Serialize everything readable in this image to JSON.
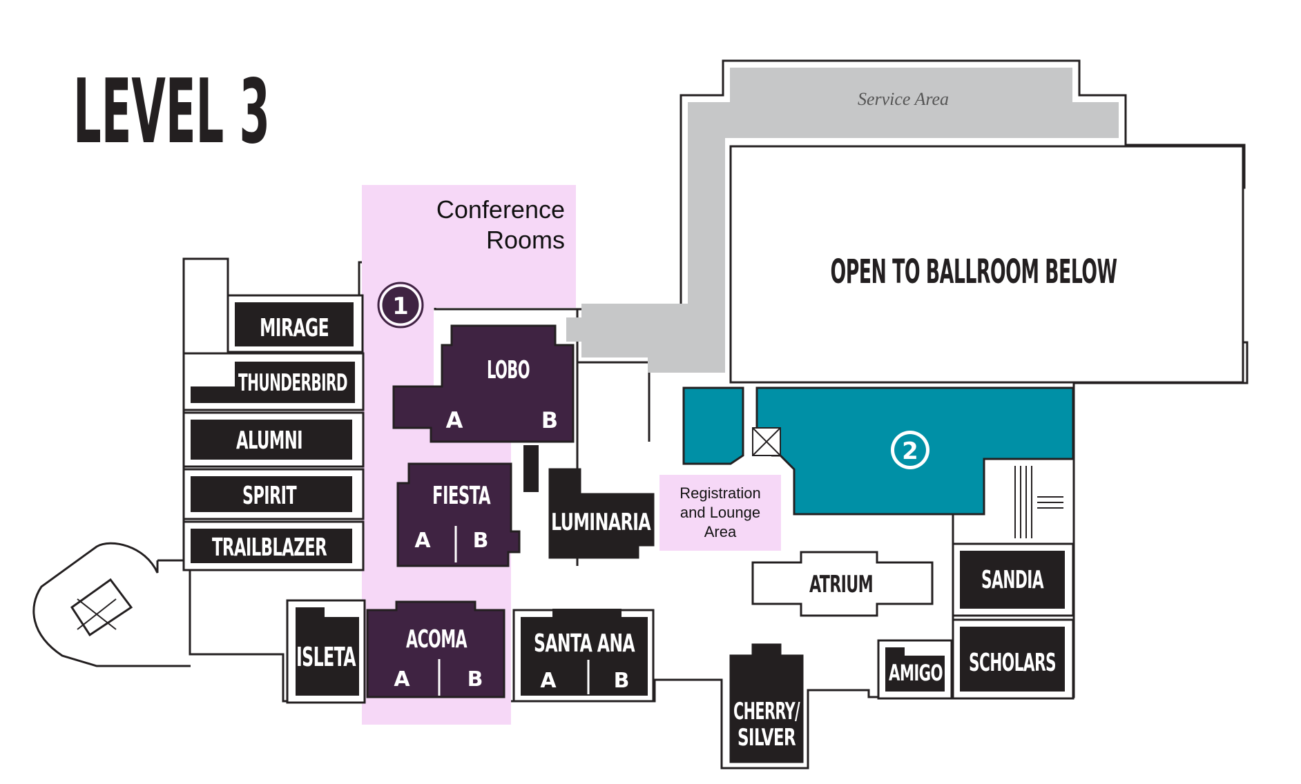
{
  "title": "LEVEL 3",
  "colors": {
    "room_fill": "#231f20",
    "conference_room_fill": "#3f2342",
    "conference_zone": "#f6d8f7",
    "registration_zone": "#f6d8f7",
    "service_area": "#c6c7c8",
    "pool": "#0090a6",
    "wall": "#231f20"
  },
  "zones": {
    "conference": "Conference Rooms",
    "conference_line1": "Conference",
    "conference_line2": "Rooms",
    "registration_line1": "Registration",
    "registration_line2": "and Lounge",
    "registration_line3": "Area"
  },
  "labels": {
    "service_area": "Service Area",
    "ballroom": "OPEN TO BALLROOM BELOW",
    "atrium": "ATRIUM"
  },
  "markers": {
    "one": "1",
    "two": "2"
  },
  "rooms": {
    "mirage": "MIRAGE",
    "thunderbird": "THUNDERBIRD",
    "alumni": "ALUMNI",
    "spirit": "SPIRIT",
    "trailblazer": "TRAILBLAZER",
    "lobo": "LOBO",
    "lobo_a": "A",
    "lobo_b": "B",
    "fiesta": "FIESTA",
    "fiesta_a": "A",
    "fiesta_b": "B",
    "luminaria": "LUMINARIA",
    "isleta": "ISLETA",
    "acoma": "ACOMA",
    "acoma_a": "A",
    "acoma_b": "B",
    "santa_ana": "SANTA ANA",
    "santa_ana_a": "A",
    "santa_ana_b": "B",
    "cherry_line1": "CHERRY/",
    "cherry_line2": "SILVER",
    "amigo": "AMIGO",
    "sandia": "SANDIA",
    "scholars": "SCHOLARS"
  }
}
